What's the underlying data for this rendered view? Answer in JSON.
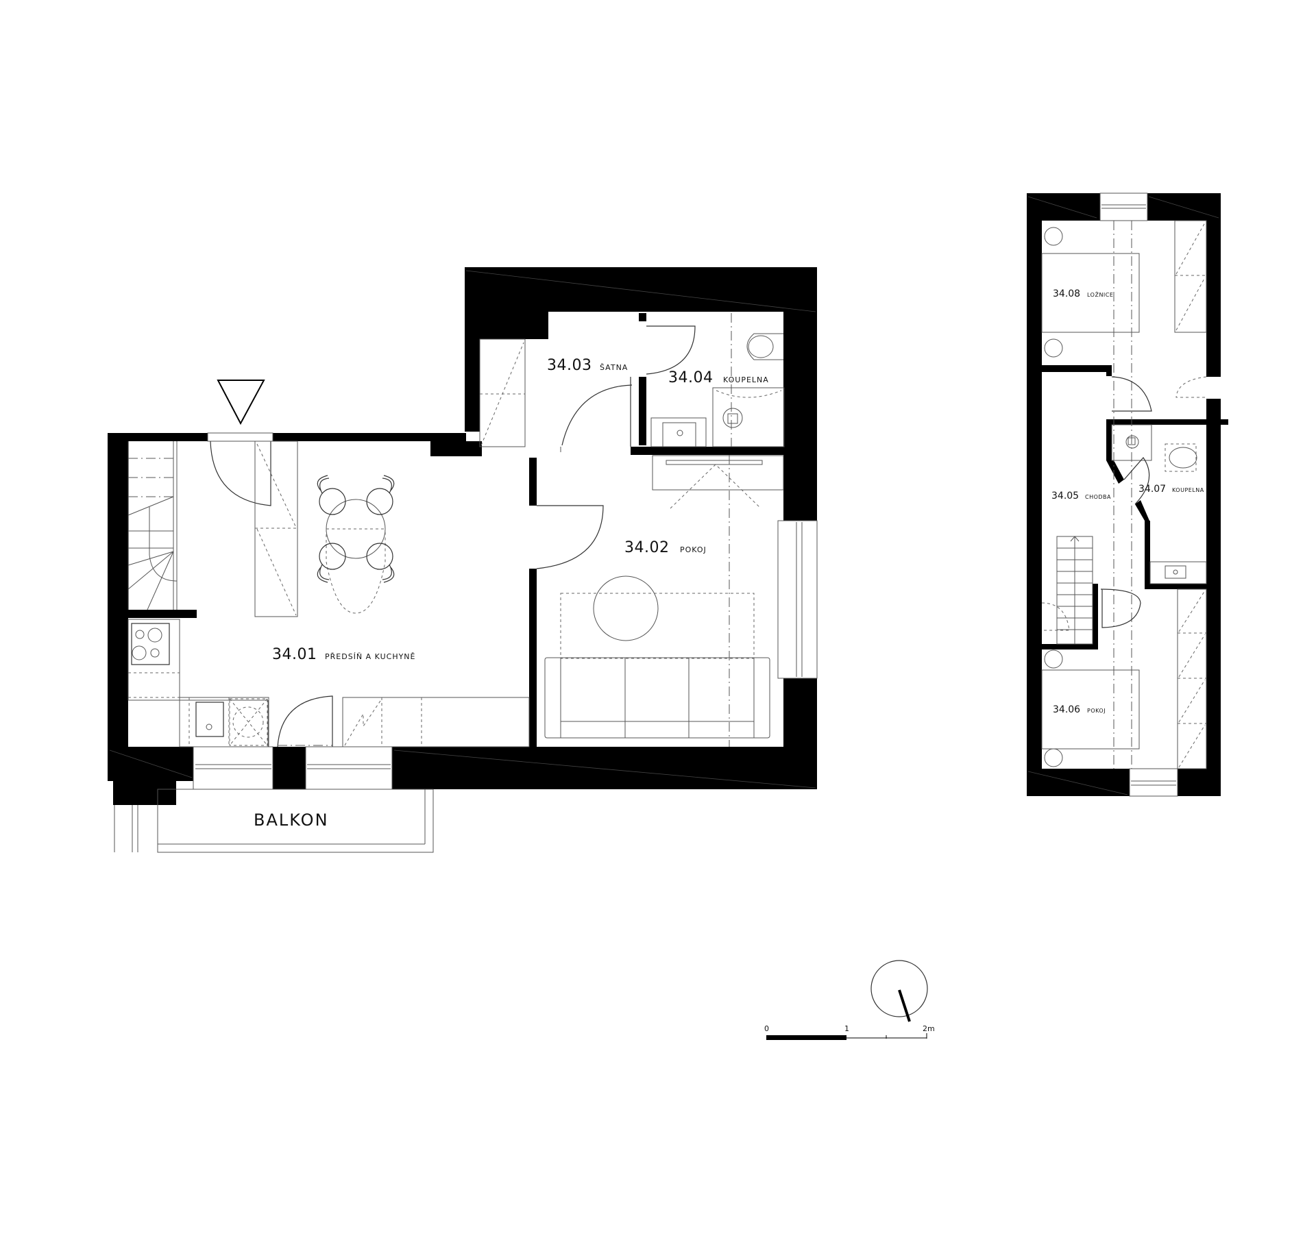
{
  "plan": {
    "lower_floor": {
      "rooms": [
        {
          "id": "34.01",
          "name": "PŘEDSÍŇ A KUCHYNĚ"
        },
        {
          "id": "34.02",
          "name": "POKOJ"
        },
        {
          "id": "34.03",
          "name": "ŠATNA"
        },
        {
          "id": "34.04",
          "name": "KOUPELNA"
        }
      ],
      "balcony_label": "BALKON",
      "entrance_marker": "entrance-triangle"
    },
    "upper_floor": {
      "rooms": [
        {
          "id": "34.05",
          "name": "CHODBA"
        },
        {
          "id": "34.06",
          "name": "POKOJ"
        },
        {
          "id": "34.07",
          "name": "KOUPELNA"
        },
        {
          "id": "34.08",
          "name": "LOŽNICE"
        }
      ]
    },
    "scale_bar": {
      "ticks": [
        "0",
        "1",
        "2m"
      ]
    },
    "north_arrow": "north-arrow-circle",
    "colors": {
      "wall": "#000000",
      "background": "#ffffff",
      "line": "#333333"
    }
  }
}
